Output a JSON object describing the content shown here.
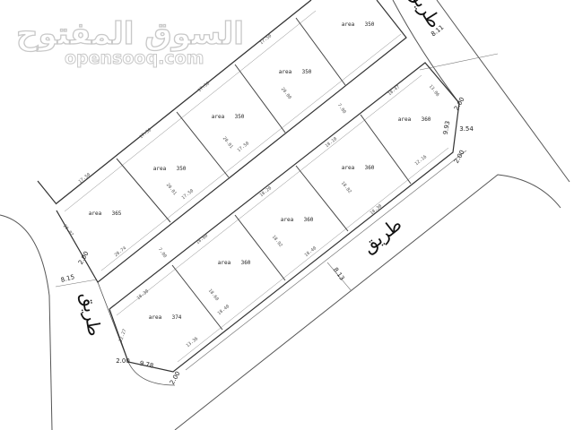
{
  "watermark": {
    "arabic": "السوق المفتوح",
    "latin": "opensooq.com"
  },
  "road_labels": [
    "طريق",
    "طريق",
    "طريق"
  ],
  "area_word": "area",
  "upper_block_plots": [
    {
      "area": "365"
    },
    {
      "area": "350"
    },
    {
      "area": "350"
    },
    {
      "area": "350"
    },
    {
      "area": "350"
    }
  ],
  "lower_block_plots": [
    {
      "area": "374"
    },
    {
      "area": "360"
    },
    {
      "area": "360"
    },
    {
      "area": "360"
    },
    {
      "area": "360"
    }
  ],
  "road_widths": [
    "8.11",
    "8.15",
    "8.13"
  ],
  "corner_dimensions": [
    "9.93",
    "3.54",
    "2.00",
    "2.00",
    "2.00",
    "2.00",
    "9.78",
    "2.00"
  ],
  "dimensions": [
    "17.50",
    "17.50",
    "17.50",
    "17.50",
    "17.50",
    "17.50",
    "20.01",
    "20.01",
    "20.00",
    "20.02",
    "20.74",
    "7.00",
    "7.00",
    "18.30",
    "18.40",
    "13.36",
    "18.60",
    "18.20",
    "18.10",
    "18.47",
    "12.16",
    "18.30",
    "12.27",
    "13.06",
    "18.82",
    "18.92",
    "18.60",
    "18.40"
  ],
  "colors": {
    "line": "#333333",
    "thin": "#888888",
    "watermark": "#c8c8c8"
  }
}
